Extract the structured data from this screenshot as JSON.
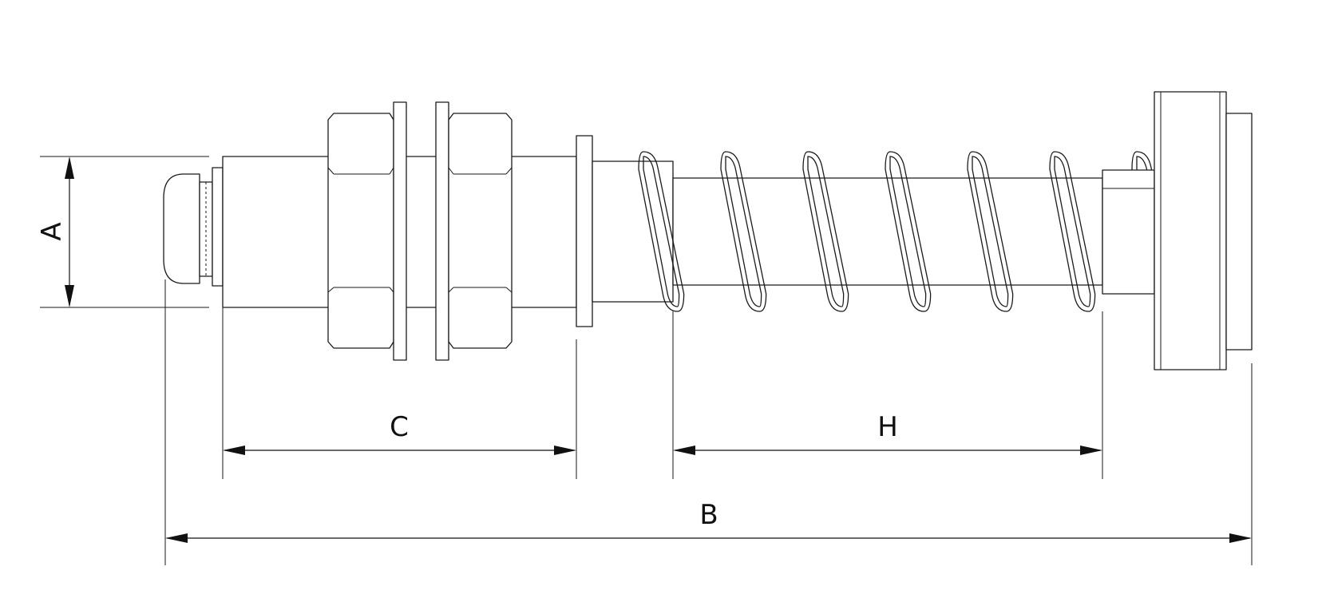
{
  "drawing": {
    "dimensions": [
      {
        "id": "A",
        "label": "A"
      },
      {
        "id": "B",
        "label": "B"
      },
      {
        "id": "C",
        "label": "C"
      },
      {
        "id": "H",
        "label": "H"
      }
    ]
  }
}
